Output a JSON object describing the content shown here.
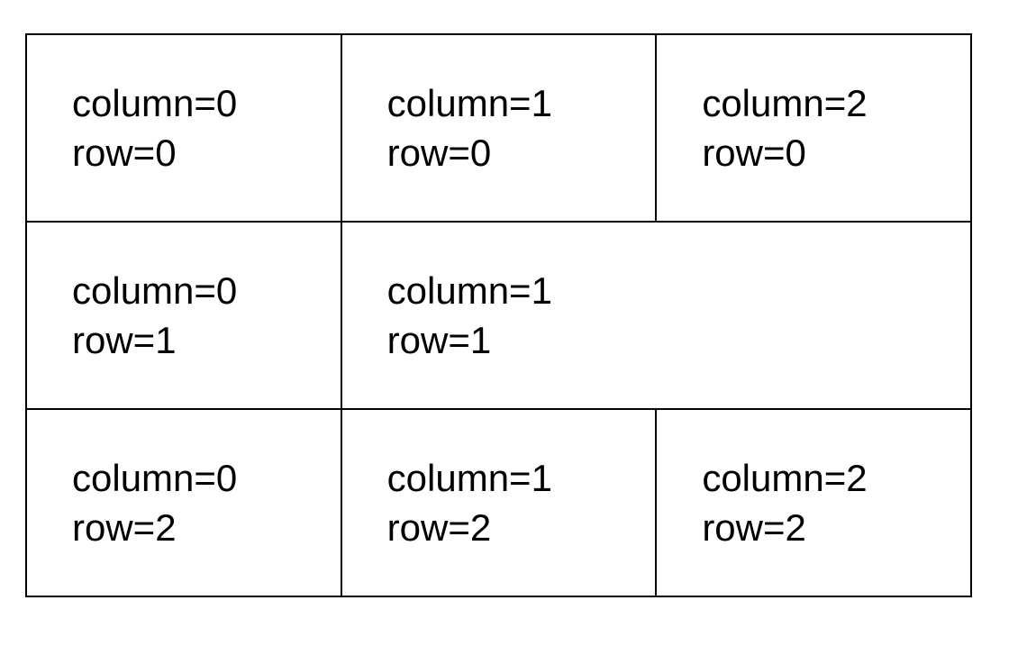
{
  "canvas": {
    "background": "#ffffff"
  },
  "table": {
    "border_color": "#000000",
    "text_color": "#000000",
    "rows": [
      {
        "cells": [
          {
            "line1": "column=0",
            "line2": "row=0",
            "colspan": "1"
          },
          {
            "line1": "column=1",
            "line2": "row=0",
            "colspan": "1"
          },
          {
            "line1": "column=2",
            "line2": "row=0",
            "colspan": "1"
          }
        ]
      },
      {
        "cells": [
          {
            "line1": "column=0",
            "line2": "row=1",
            "colspan": "1"
          },
          {
            "line1": "column=1",
            "line2": "row=1",
            "colspan": "2"
          }
        ]
      },
      {
        "cells": [
          {
            "line1": "column=0",
            "line2": "row=2",
            "colspan": "1"
          },
          {
            "line1": "column=1",
            "line2": "row=2",
            "colspan": "1"
          },
          {
            "line1": "column=2",
            "line2": "row=2",
            "colspan": "1"
          }
        ]
      }
    ]
  }
}
